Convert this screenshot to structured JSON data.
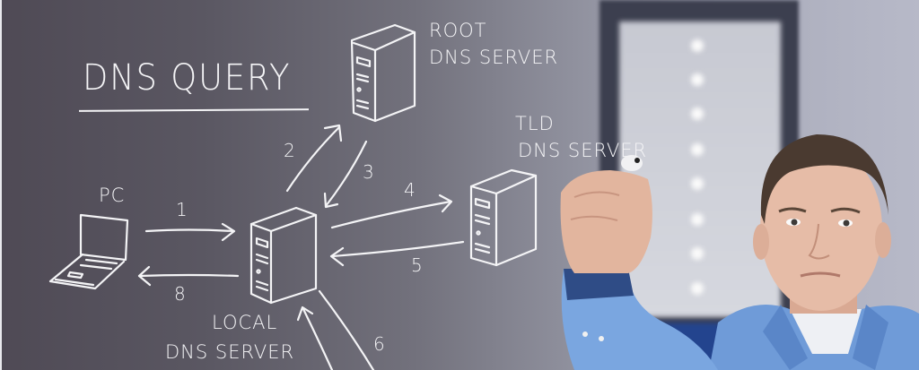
{
  "diagram": {
    "title": "DNS QUERY",
    "nodes": {
      "pc": {
        "label": "PC",
        "icon": "laptop-icon"
      },
      "local": {
        "label_line1": "LOCAL",
        "label_line2": "DNS SERVER",
        "icon": "server-tower-icon"
      },
      "root": {
        "label_line1": "ROOT",
        "label_line2": "DNS SERVER",
        "icon": "server-tower-icon"
      },
      "tld": {
        "label_line1": "TLD",
        "label_line2": "DNS SERVER",
        "icon": "server-tower-icon"
      }
    },
    "steps": [
      {
        "n": "1",
        "from": "PC",
        "to": "LOCAL DNS SERVER"
      },
      {
        "n": "2",
        "from": "LOCAL DNS SERVER",
        "to": "ROOT DNS SERVER"
      },
      {
        "n": "3",
        "from": "ROOT DNS SERVER",
        "to": "LOCAL DNS SERVER"
      },
      {
        "n": "4",
        "from": "LOCAL DNS SERVER",
        "to": "TLD DNS SERVER"
      },
      {
        "n": "5",
        "from": "TLD DNS SERVER",
        "to": "LOCAL DNS SERVER"
      },
      {
        "n": "6",
        "from": "LOCAL DNS SERVER",
        "to": "(off-frame)"
      },
      {
        "n": "8",
        "from": "LOCAL DNS SERVER",
        "to": "PC"
      }
    ],
    "colors": {
      "chalk": "#f4f4f6",
      "background_dark": "#4f4a55",
      "background_light": "#b7b9c8",
      "shirt": "#6f9bd8"
    }
  }
}
